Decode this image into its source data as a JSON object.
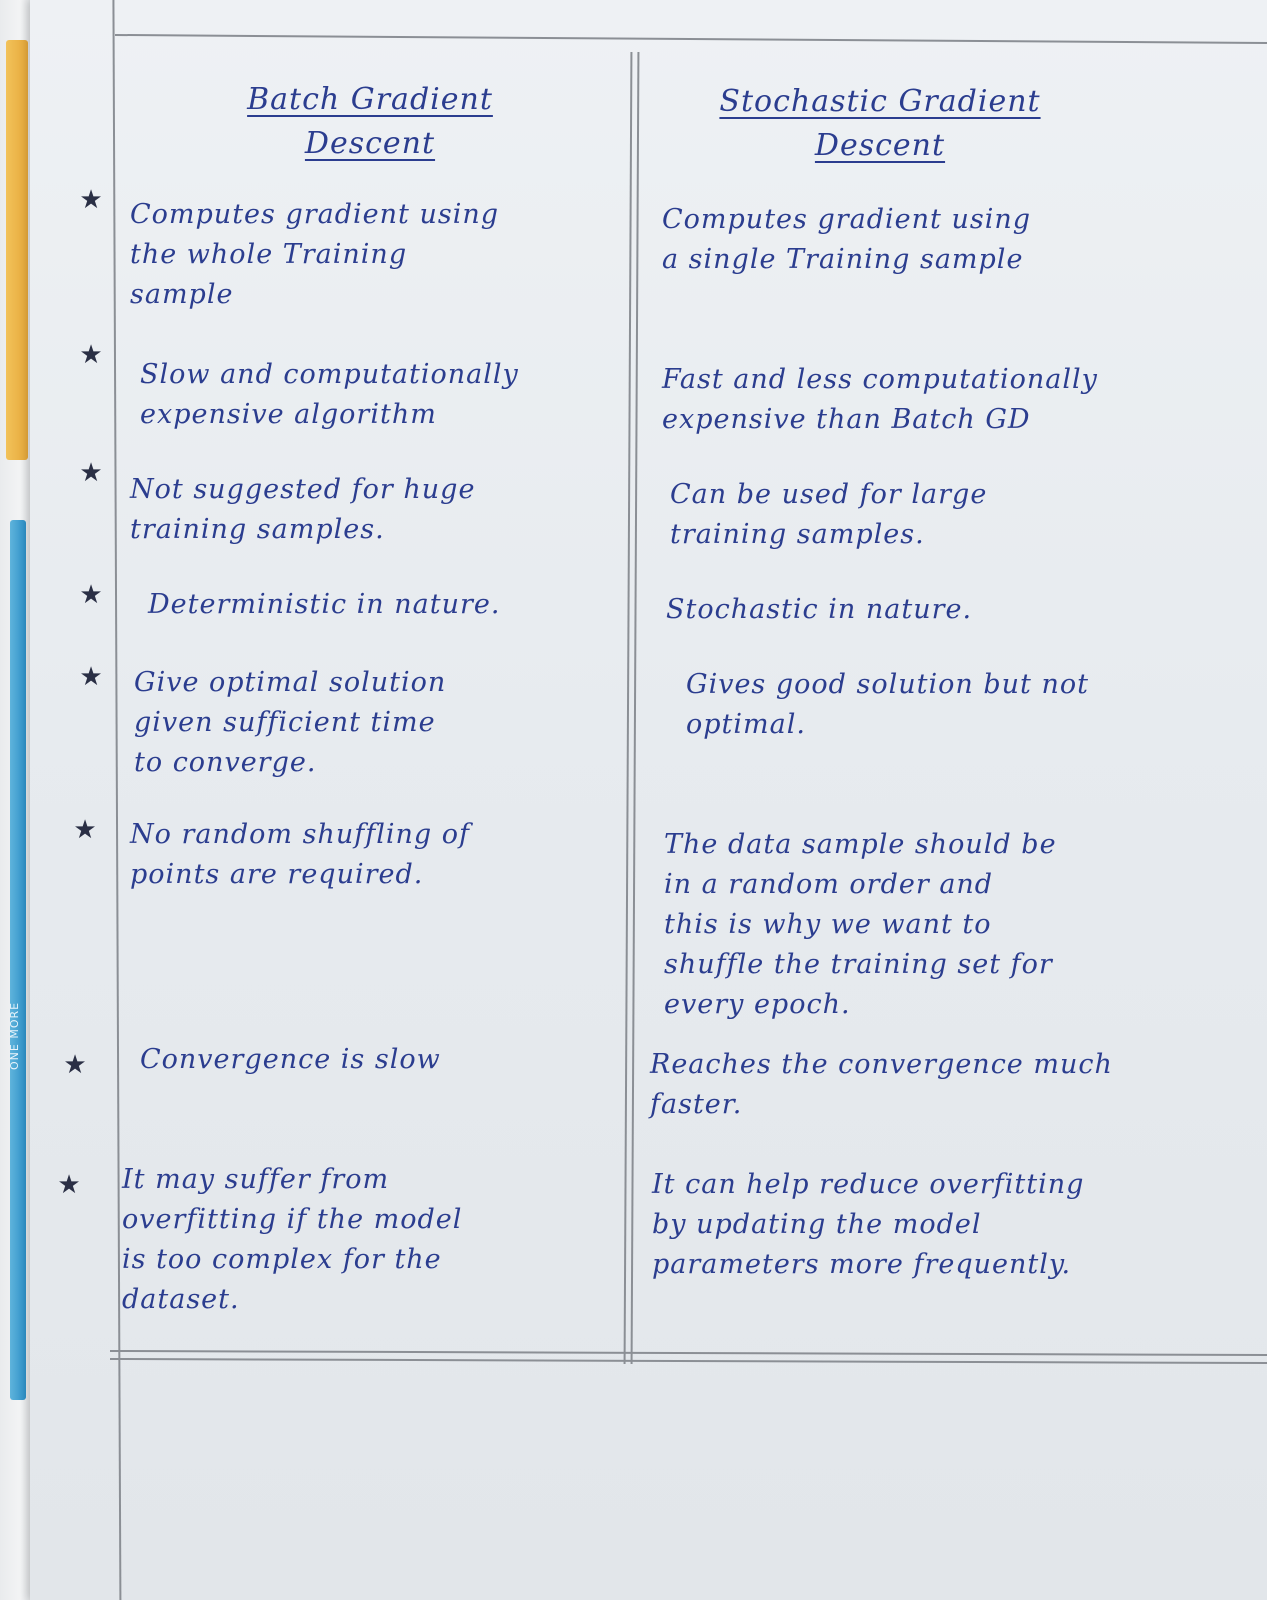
{
  "binder_label": "ONE MORE",
  "headers": {
    "left": "Batch Gradient\nDescent",
    "right": "Stochastic Gradient\nDescent"
  },
  "bullet_symbol": "★",
  "rows": [
    {
      "batch": "Computes gradient using\nthe whole Training\nsample",
      "stochastic": "Computes gradient using\na single Training sample"
    },
    {
      "batch": "Slow and computationally\nexpensive algorithm",
      "stochastic": "Fast and less computationally\nexpensive than Batch GD"
    },
    {
      "batch": "Not suggested for huge\ntraining samples.",
      "stochastic": "Can be used for large\ntraining samples."
    },
    {
      "batch": "Deterministic in nature.",
      "stochastic": "Stochastic in nature."
    },
    {
      "batch": "Give optimal solution\ngiven sufficient time\nto converge.",
      "stochastic": "Gives good solution but not\noptimal."
    },
    {
      "batch": "No random shuffling of\npoints are required.",
      "stochastic": "The data sample should be\nin a random order and\nthis is why we want to\nshuffle the training set for\nevery epoch."
    },
    {
      "batch": "Convergence is slow",
      "stochastic": "Reaches the convergence much\nfaster."
    },
    {
      "batch": "It may suffer from\noverfitting if the model\nis too complex for the\ndataset.",
      "stochastic": "It can help reduce overfitting\nby updating the model\nparameters more frequently."
    }
  ]
}
